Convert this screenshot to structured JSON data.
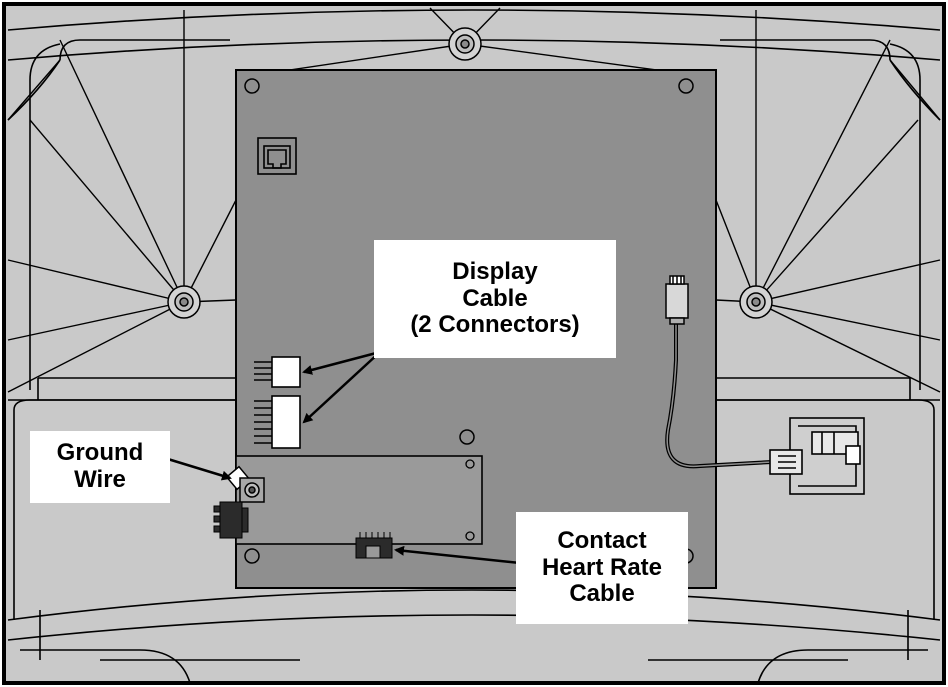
{
  "labels": {
    "display_cable": [
      "Display",
      "Cable",
      "(2 Connectors)"
    ],
    "ground_wire": [
      "Ground",
      "Wire"
    ],
    "contact_heart_rate_cable": [
      "Contact",
      "Heart Rate",
      "Cable"
    ]
  },
  "colors": {
    "frame": "#c9c9c9",
    "frame_light": "#d6d6d6",
    "board": "#8f8f8f",
    "board_dark": "#7f7f7f",
    "outline": "#000000",
    "label_bg": "#ffffff",
    "connector": "#ffffff"
  }
}
